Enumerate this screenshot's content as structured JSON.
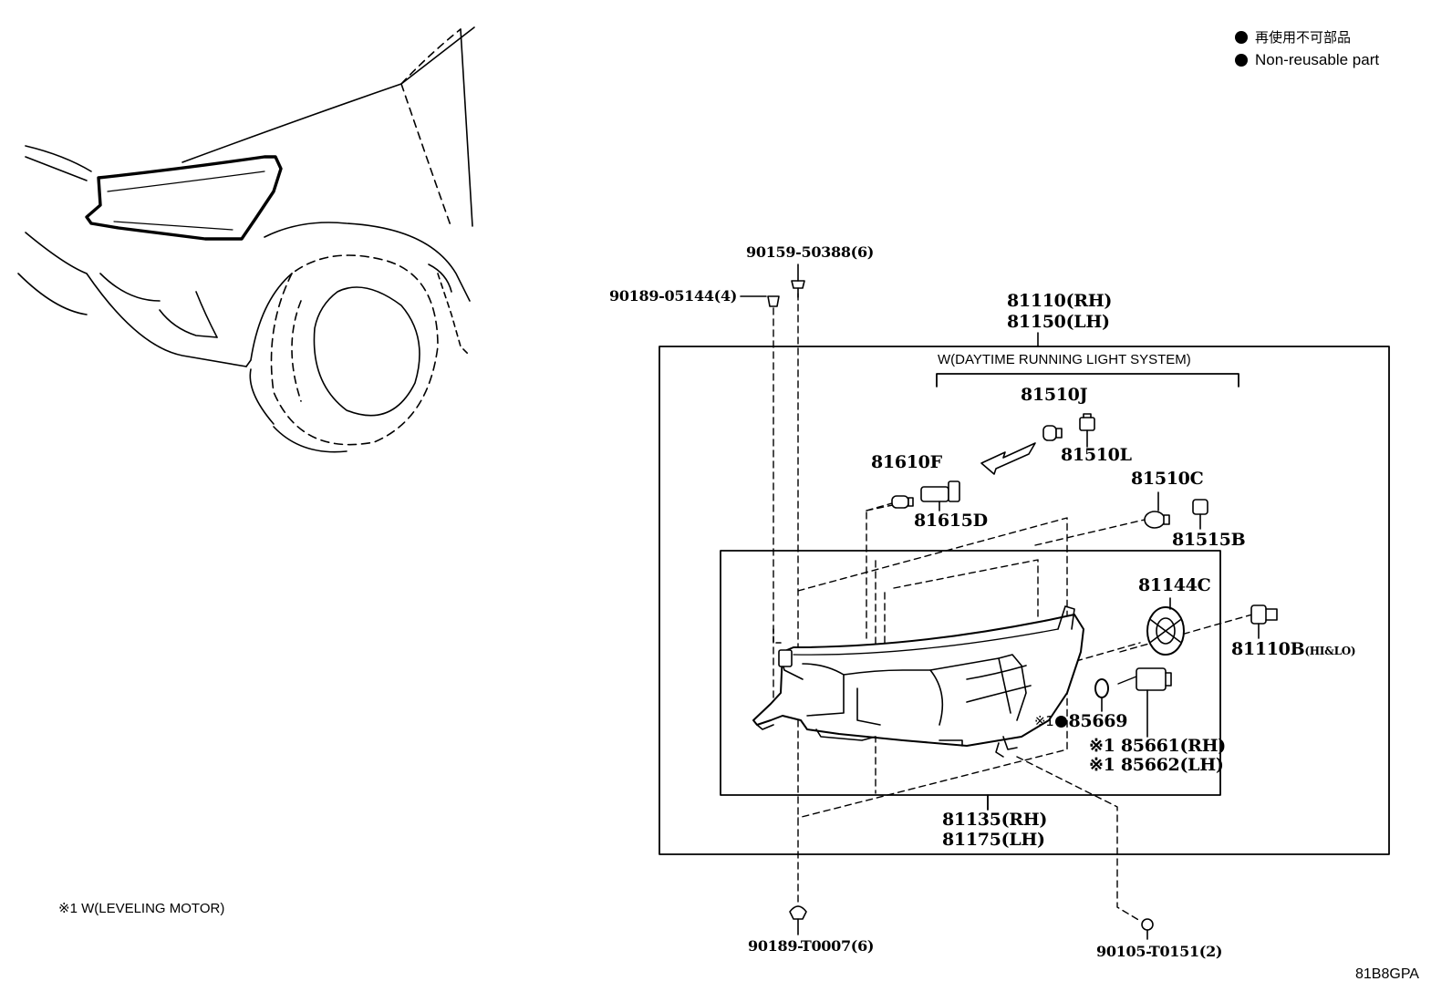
{
  "legend": {
    "non_reusable_jp": "再使用不可部品",
    "non_reusable_en": "Non-reusable part"
  },
  "footnote": "※1 W(LEVELING MOTOR)",
  "diagram_code": "81B8GPA",
  "group_label": "W(DAYTIME RUNNING LIGHT SYSTEM)",
  "parts": {
    "p90159": "90159-50388(6)",
    "p90189a": "90189-05144(4)",
    "p81110": "81110(RH)",
    "p81150": "81150(LH)",
    "p81510J": "81510J",
    "p81510L": "81510L",
    "p81610F": "81610F",
    "p81615D": "81615D",
    "p81510C": "81510C",
    "p81515B": "81515B",
    "p81144C": "81144C",
    "p81110B": "81110B",
    "p81110B_note": "(HI&LO)",
    "p85669": "85669",
    "p85669_prefix": "※1",
    "p85661": "※1 85661(RH)",
    "p85662": "※1 85662(LH)",
    "p81135": "81135(RH)",
    "p81175": "81175(LH)",
    "p90189b": "90189-T0007(6)",
    "p90105": "90105-T0151(2)"
  },
  "colors": {
    "ink": "#000000",
    "paper": "#ffffff"
  }
}
